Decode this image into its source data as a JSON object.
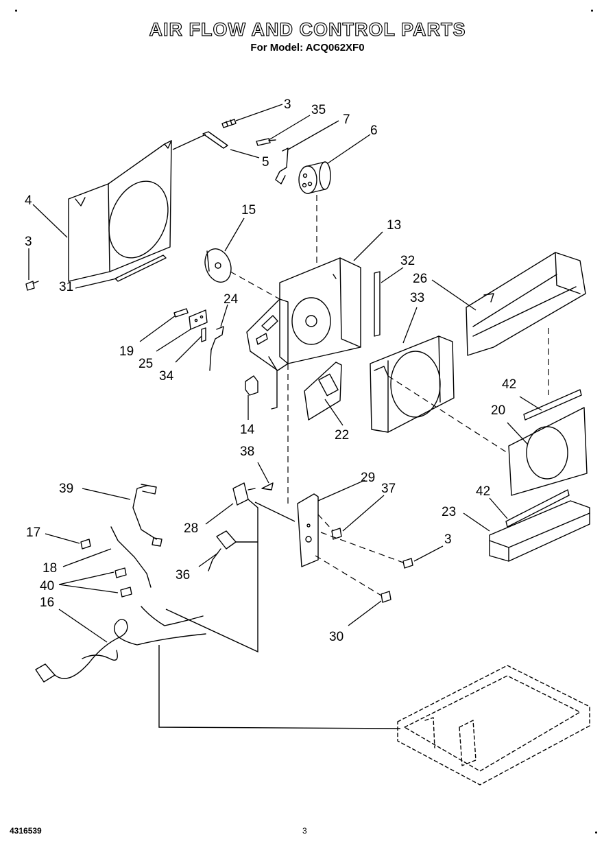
{
  "header": {
    "title": "AIR FLOW AND CONTROL PARTS",
    "subtitle": "For Model: ACQ062XF0"
  },
  "footer": {
    "doc_number": "4316539",
    "page_number": "3"
  },
  "callouts": [
    "3",
    "35",
    "7",
    "6",
    "5",
    "4",
    "3",
    "15",
    "13",
    "32",
    "26",
    "33",
    "31",
    "24",
    "19",
    "25",
    "34",
    "14",
    "22",
    "42",
    "20",
    "38",
    "29",
    "37",
    "39",
    "42",
    "23",
    "17",
    "28",
    "18",
    "36",
    "3",
    "40",
    "16",
    "30"
  ]
}
